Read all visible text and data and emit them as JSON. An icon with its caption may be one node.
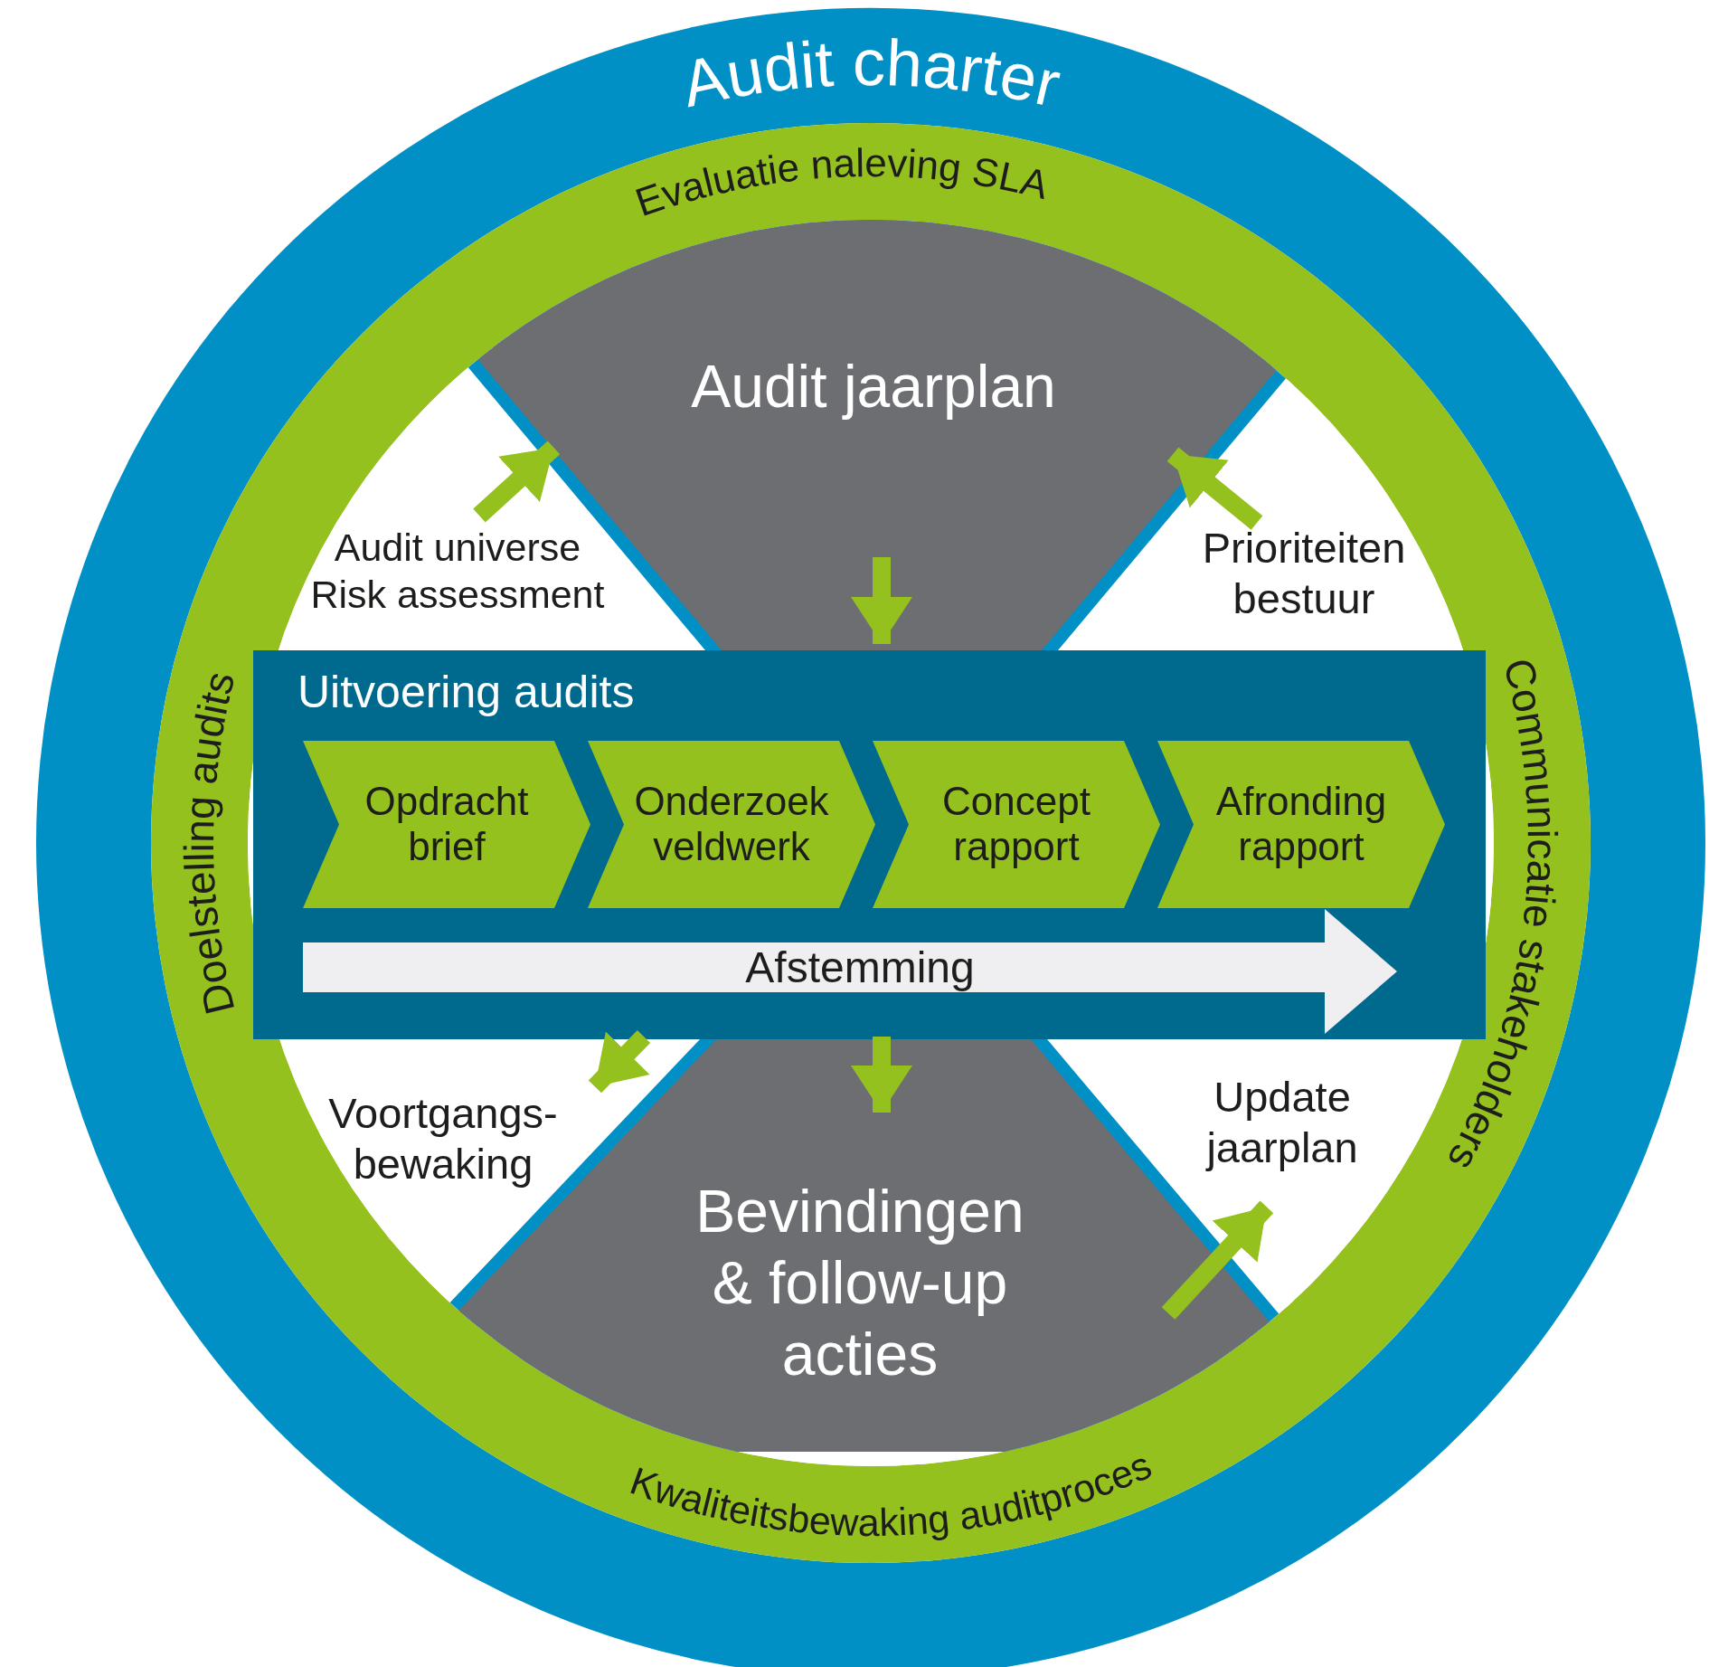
{
  "diagram": {
    "nodes": [
      {
        "text": [
          "Audit charter"
        ]
      },
      {
        "text": [
          "Evaluatie naleving SLA",
          "Doelstelling audits",
          "Communicatie stakeholders",
          "Kwaliteitsbewaking auditproces"
        ],
        "in": 0
      },
      {
        "text": [
          "Audit jaarplan"
        ],
        "in": 1
      },
      {
        "text": [
          "Audit universe",
          "Risk assessment"
        ],
        "in": 1
      },
      {
        "text": [
          "Prioriteiten bestuur"
        ],
        "in": 1
      },
      {
        "text": [
          "Uitvoering audits"
        ],
        "in": 1
      },
      {
        "text": [
          "Opdracht brief"
        ],
        "in": 5
      },
      {
        "text": [
          "Onderzoek veldwerk"
        ],
        "in": 5
      },
      {
        "text": [
          "Concept rapport"
        ],
        "in": 5
      },
      {
        "text": [
          "Afronding rapport"
        ],
        "in": 5
      },
      {
        "text": [
          "Afstemming"
        ],
        "in": 5
      },
      {
        "text": [
          "Voortgangs-bewaking"
        ],
        "in": 1
      },
      {
        "text": [
          "Update jaarplan"
        ],
        "in": 1
      },
      {
        "text": [
          "Bevindingen & follow-up acties"
        ],
        "in": 1
      }
    ],
    "edges": [
      {
        "from": 3,
        "to": 2,
        "arrow": "to"
      },
      {
        "from": 4,
        "to": 2,
        "arrow": "to"
      },
      {
        "from": 2,
        "to": 5,
        "arrow": "to"
      },
      {
        "from": 5,
        "to": 11,
        "arrow": "to"
      },
      {
        "from": 5,
        "to": 13,
        "arrow": "to"
      },
      {
        "from": 13,
        "to": 12,
        "arrow": "to"
      }
    ]
  }
}
